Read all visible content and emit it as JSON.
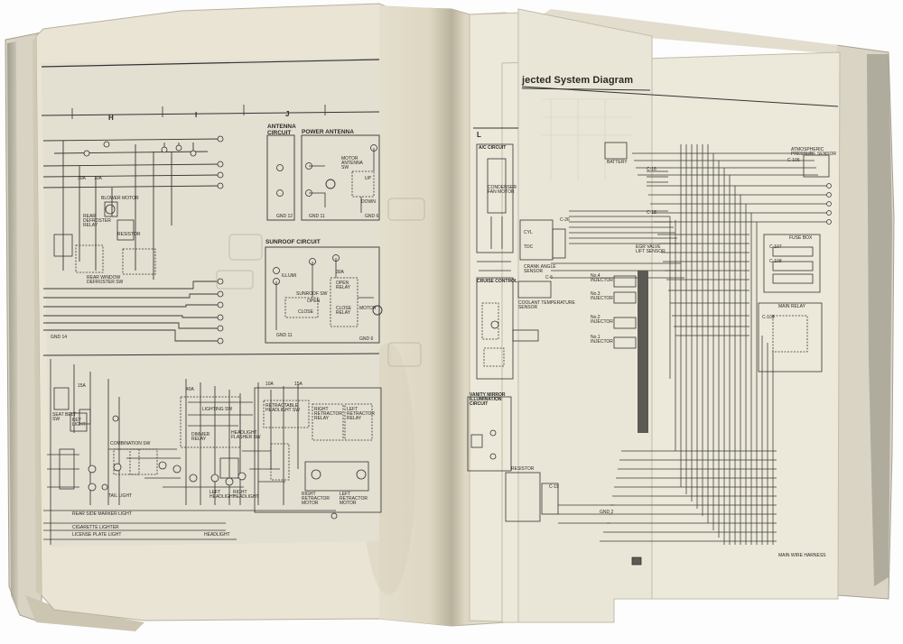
{
  "photo": {
    "subject": "opened wiring diagram manual",
    "colors": {
      "background": "#fdfdfd",
      "paper_left": "#e9e4d4",
      "paper_right": "#ece8da",
      "diagram_panel": "#e3dfd1",
      "ink": "#2a2a26"
    }
  },
  "left_page": {
    "column_letters": [
      "H",
      "I",
      "J"
    ],
    "section_titles": {
      "antenna": "ANTENNA\nCIRCUIT",
      "power_antenna": "POWER ANTENNA",
      "sunroof": "SUNROOF CIRCUIT"
    },
    "labels": {
      "motor_antenna_sw": "MOTOR\nANTENNA\nSW",
      "up": "UP",
      "down": "DOWN",
      "blower_motor": "BLOWER MOTOR",
      "rear_defroster_relay": "REAR\nDEFROSTER\nRELAY",
      "rear_window_defroster": "REAR WINDOW\nDEFROSTER SW",
      "resistor": "RESISTOR",
      "sunroof_sw": "SUNROOF SW",
      "open_relay": "OPEN\nRELAY",
      "close_relay": "CLOSE\nRELAY",
      "motor": "MOTOR",
      "open": "OPEN",
      "close": "CLOSE",
      "illumi": "ILLUMI",
      "fuse_30a": "30A",
      "fuse_10a": "10A",
      "fuse_15a": "15A",
      "fuse_40a": "40A",
      "gnd_12": "GND 12",
      "gnd_11": "GND 11",
      "gnd_6": "GND 6",
      "gnd_14": "GND 14",
      "lighting_sw": "LIGHTING SW",
      "retractable_headlight_sw": "RETRACTABLE\nHEADLIGHT SW",
      "right_retractor_relay": "RIGHT\nRETRACTOR\nRELAY",
      "left_retractor_relay": "LEFT\nRETRACTOR\nRELAY",
      "dimmer_relay": "DIMMER\nRELAY",
      "headlight_flasher": "HEADLIGHT\nFLASHER SW",
      "tail_light": "TAIL LIGHT",
      "rear_side_marker": "REAR SIDE MARKER LIGHT",
      "cigarette_lighter": "CIGARETTE LIGHTER",
      "license_plate_light": "LICENSE PLATE LIGHT",
      "headlight": "HEADLIGHT",
      "combination_sw": "COMBINATION SW",
      "seat_belt": "SEAT BELT\nSW",
      "key_light": "KEY\nLIGHT",
      "right_retractor_motor": "RIGHT\nRETRACTOR\nMOTOR",
      "left_retractor_motor": "LEFT\nRETRACTOR\nMOTOR",
      "left_headlight": "LEFT\nHEADLIGHT",
      "right_headlight": "RIGHT\nHEADLIGHT"
    }
  },
  "right_page": {
    "header": "jected System Diagram",
    "column_letter": "L",
    "labels": {
      "ac_circuit": "A/C CIRCUIT",
      "condenser_fan": "CONDENSER\nFAN MOTOR",
      "cruise_control": "CRUISE CONTROL",
      "vanity_mirror": "VANITY MIRROR\nILLUMINATION\nCIRCUIT",
      "battery": "BATTERY",
      "atmospheric": "ATMOSPHERIC\nPRESSURE SENSOR",
      "cyl": "CYL",
      "tdc": "TDC",
      "crank_angle": "CRANK ANGLE\nSENSOR",
      "coolant_temp": "COOLANT TEMPERATURE\nSENSOR",
      "injector_4": "No.4\nINJECTOR",
      "injector_3": "No.3\nINJECTOR",
      "injector_2": "No.2\nINJECTOR",
      "injector_1": "No.1\nINJECTOR",
      "fuse_box": "FUSE BOX",
      "main_relay": "MAIN RELAY",
      "resistor": "RESISTOR",
      "main_wire_harness": "MAIN WIRE HARNESS",
      "c26": "C-26",
      "c6": "C-6",
      "c16": "C-16",
      "c19": "C-19",
      "c18": "C-18",
      "c106": "C-106",
      "c107": "C-107",
      "c108": "C-108",
      "c109": "C-109",
      "gnd_2": "GND 2",
      "egr_valve": "EGR VALVE\nLIFT SENSOR"
    }
  }
}
